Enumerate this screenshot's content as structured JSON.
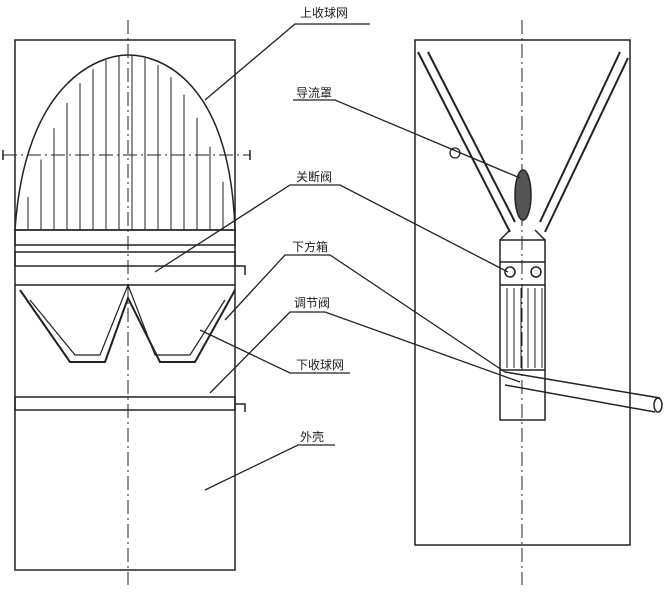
{
  "labels": {
    "upper_net": "上收球网",
    "deflector": "导流罩",
    "shutoff_valve": "关断阀",
    "lower_box": "下方箱",
    "regulating_valve": "调节阀",
    "lower_net": "下收球网",
    "shell": "外壳"
  }
}
